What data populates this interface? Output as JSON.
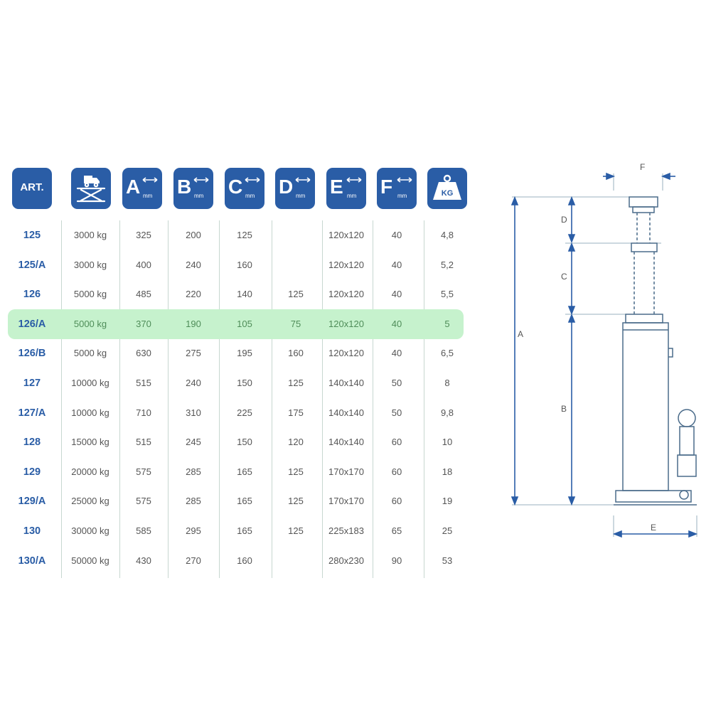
{
  "columns": {
    "art": "ART.",
    "a": "A",
    "b": "B",
    "c": "C",
    "d": "D",
    "e": "E",
    "f": "F",
    "unit": "mm",
    "weight": "KG"
  },
  "rows": [
    {
      "art": "125",
      "capacity": "3000 kg",
      "a": "325",
      "b": "200",
      "c": "125",
      "d": "",
      "e": "120x120",
      "f": "40",
      "kg": "4,8"
    },
    {
      "art": "125/A",
      "capacity": "3000 kg",
      "a": "400",
      "b": "240",
      "c": "160",
      "d": "",
      "e": "120x120",
      "f": "40",
      "kg": "5,2"
    },
    {
      "art": "126",
      "capacity": "5000 kg",
      "a": "485",
      "b": "220",
      "c": "140",
      "d": "125",
      "e": "120x120",
      "f": "40",
      "kg": "5,5"
    },
    {
      "art": "126/A",
      "capacity": "5000 kg",
      "a": "370",
      "b": "190",
      "c": "105",
      "d": "75",
      "e": "120x120",
      "f": "40",
      "kg": "5"
    },
    {
      "art": "126/B",
      "capacity": "5000 kg",
      "a": "630",
      "b": "275",
      "c": "195",
      "d": "160",
      "e": "120x120",
      "f": "40",
      "kg": "6,5"
    },
    {
      "art": "127",
      "capacity": "10000 kg",
      "a": "515",
      "b": "240",
      "c": "150",
      "d": "125",
      "e": "140x140",
      "f": "50",
      "kg": "8"
    },
    {
      "art": "127/A",
      "capacity": "10000 kg",
      "a": "710",
      "b": "310",
      "c": "225",
      "d": "175",
      "e": "140x140",
      "f": "50",
      "kg": "9,8"
    },
    {
      "art": "128",
      "capacity": "15000 kg",
      "a": "515",
      "b": "245",
      "c": "150",
      "d": "120",
      "e": "140x140",
      "f": "60",
      "kg": "10"
    },
    {
      "art": "129",
      "capacity": "20000 kg",
      "a": "575",
      "b": "285",
      "c": "165",
      "d": "125",
      "e": "170x170",
      "f": "60",
      "kg": "18"
    },
    {
      "art": "129/A",
      "capacity": "25000 kg",
      "a": "575",
      "b": "285",
      "c": "165",
      "d": "125",
      "e": "170x170",
      "f": "60",
      "kg": "19"
    },
    {
      "art": "130",
      "capacity": "30000 kg",
      "a": "585",
      "b": "295",
      "c": "165",
      "d": "125",
      "e": "225x183",
      "f": "65",
      "kg": "25"
    },
    {
      "art": "130/A",
      "capacity": "50000 kg",
      "a": "430",
      "b": "270",
      "c": "160",
      "d": "",
      "e": "280x230",
      "f": "90",
      "kg": "53"
    }
  ],
  "highlighted_row": "126/A",
  "diagram": {
    "labels": {
      "a": "A",
      "b": "B",
      "c": "C",
      "d": "D",
      "e": "E",
      "f": "F"
    }
  },
  "colors": {
    "header_blue": "#2a5da6",
    "highlight_green": "#c6f2cd",
    "dimension_arrow": "#2a5da6"
  },
  "icons": [
    "lift-truck-icon",
    "double-arrow-icon",
    "weight-kg-icon"
  ]
}
